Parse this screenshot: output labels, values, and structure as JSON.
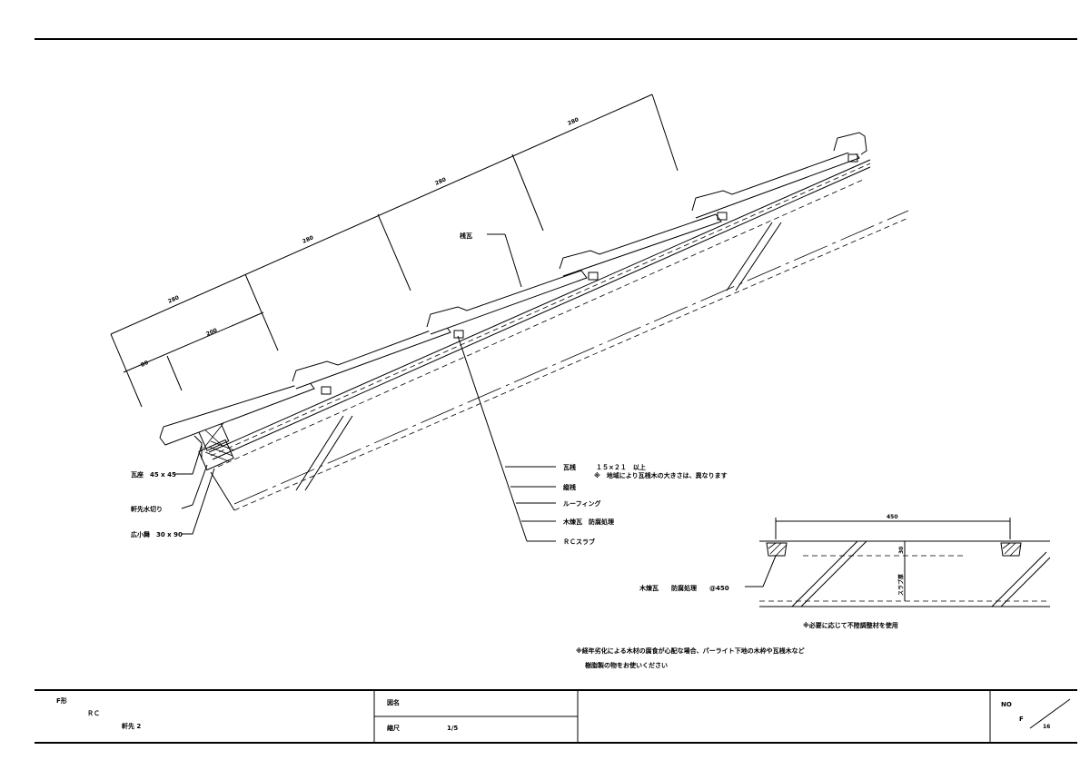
{
  "dimensions": {
    "pitch_1": "280",
    "pitch_2": "280",
    "pitch_3": "280",
    "pitch_4": "280",
    "eave_first": "200",
    "eave_overhang": "80",
    "sleeper_spacing": "450",
    "sleeper_height": "30"
  },
  "labels": {
    "kawara": "桟瓦",
    "kawara_sandan": "瓦桟",
    "kawara_sandan_size": "１５×２１　以上",
    "kawara_sandan_note": "※　地域により瓦桟木の大きさは、異なります",
    "tatesan": "縦桟",
    "roofing": "ルーフィング",
    "mokuseikawara": "木煉瓦　防腐処理",
    "rc_slab": "ＲＣスラブ",
    "gawarazoko": "瓦座　45 x 45",
    "nokisaki_mizukiri": "軒先水切り",
    "hirokomai": "広小舞　30 x 90",
    "detail_sleeper": "木煉瓦　　防腐処理　　@450",
    "slab_thickness": "スラブ厚",
    "detail_note": "※必要に応じて不陸調整材を使用",
    "note_line1": "※経年劣化による木材の腐食が心配な場合、パーライト下地の木枠や瓦桟木など",
    "note_line2": "樹脂製の物をお使いください"
  },
  "titleblock": {
    "type_label": "F形",
    "structure": "ＲＣ",
    "drawing_title": "軒先 2",
    "name_label": "図名",
    "scale_label": "縮尺",
    "scale_value": "1/5",
    "no_label": "NO",
    "series": "F",
    "number": "16"
  }
}
